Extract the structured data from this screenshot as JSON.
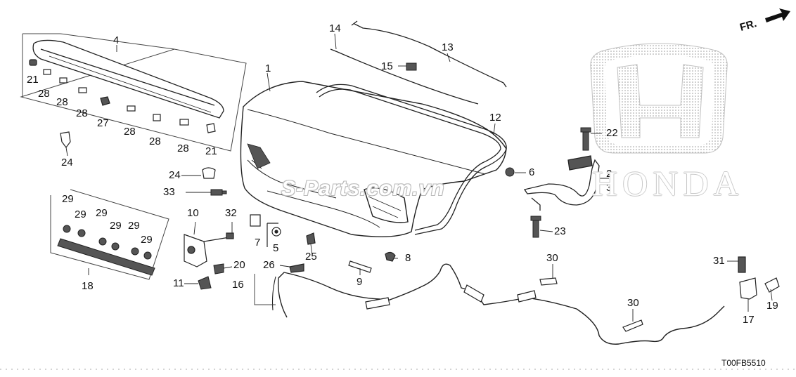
{
  "diagram": {
    "orientation_label": "FR.",
    "watermark": "S-Parts.com.vn",
    "brand_logo_text": "HONDA",
    "diagram_code": "T00FB5510",
    "callouts": [
      "1",
      "2",
      "3",
      "4",
      "5",
      "6",
      "7",
      "8",
      "9",
      "10",
      "11",
      "12",
      "13",
      "14",
      "15",
      "16",
      "17",
      "18",
      "19",
      "20",
      "21",
      "21",
      "22",
      "23",
      "24",
      "24",
      "25",
      "26",
      "27",
      "28",
      "28",
      "28",
      "28",
      "28",
      "28",
      "28",
      "29",
      "29",
      "29",
      "29",
      "29",
      "29",
      "29",
      "30",
      "30",
      "31",
      "32",
      "33"
    ]
  }
}
